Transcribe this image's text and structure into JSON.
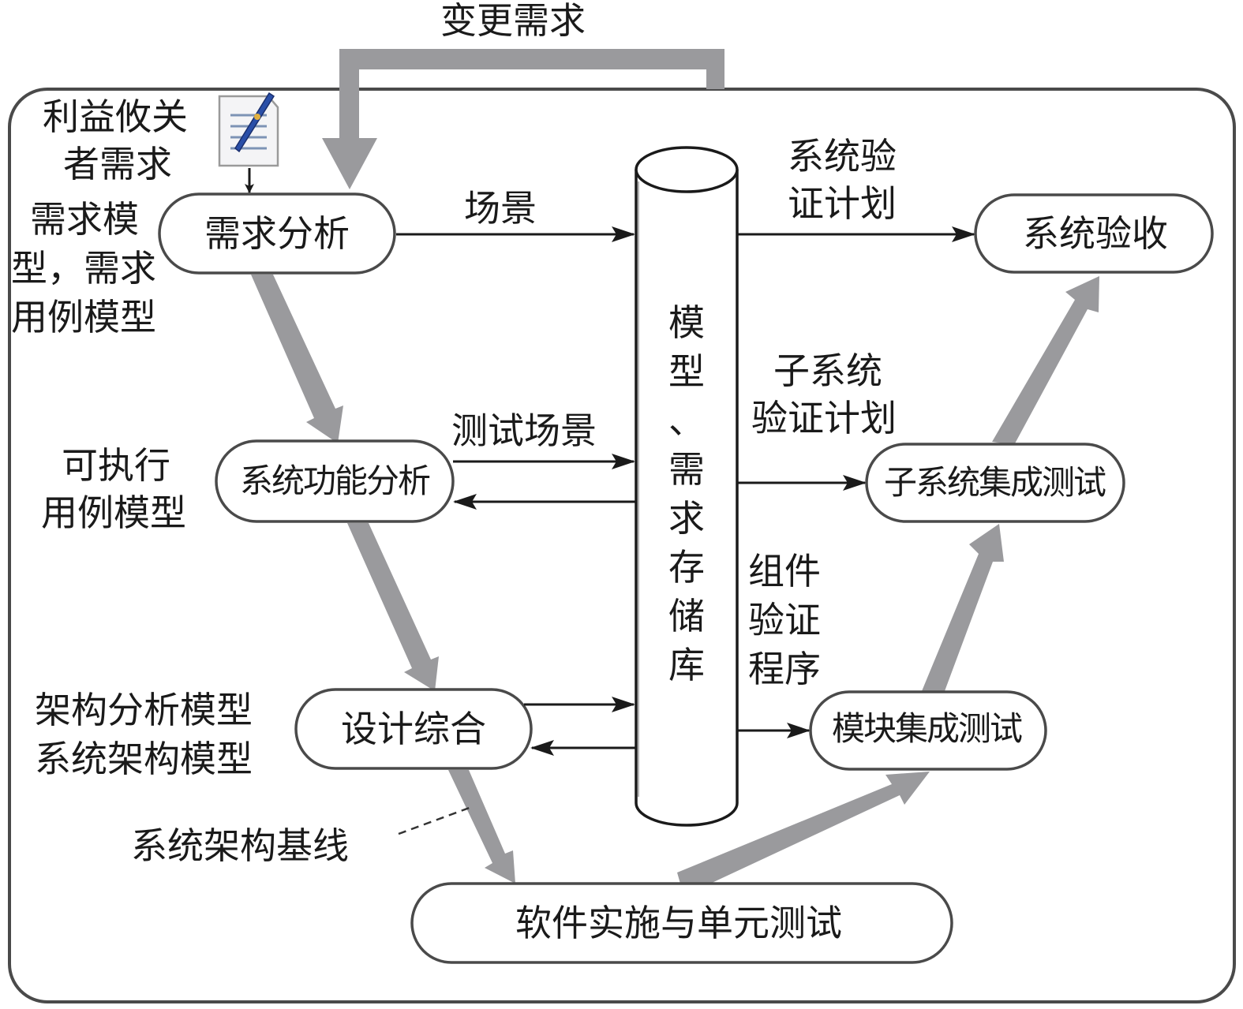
{
  "title_feedback": "变更需求",
  "colors": {
    "flow_arrow": "#9a9a9d",
    "node_stroke": "#4a4a4a",
    "line": "#1a1a1a",
    "doc_pen": "#2a4fa8",
    "doc_lines": "#7d93b5"
  },
  "nodes": {
    "requirements_analysis": "需求分析",
    "system_function_analysis": "系统功能分析",
    "design_synthesis": "设计综合",
    "software_implementation": "软件实施与单元测试",
    "module_integration_test": "模块集成测试",
    "subsystem_integration_test": "子系统集成测试",
    "system_acceptance": "系统验收"
  },
  "repository": {
    "label_chars": [
      "模",
      "型",
      "、",
      "需",
      "求",
      "存",
      "储",
      "库"
    ]
  },
  "side_labels": {
    "stakeholder_needs": [
      "利益攸关",
      "者需求"
    ],
    "requirements_models": [
      "需求模",
      "型，需求",
      "用例模型"
    ],
    "executable_use_case": [
      "可执行",
      "用例模型"
    ],
    "architecture_models": [
      "架构分析模型",
      "系统架构模型"
    ],
    "architecture_baseline": "系统架构基线"
  },
  "edge_labels": {
    "scenario": "场景",
    "test_scenario": "测试场景",
    "system_verification_plan": [
      "系统验",
      "证计划"
    ],
    "subsystem_verification_plan": [
      "子系统",
      "验证计划"
    ],
    "component_verification": [
      "组件",
      "验证",
      "程序"
    ]
  },
  "icons": {
    "stakeholder_document": "document-pen-icon"
  }
}
